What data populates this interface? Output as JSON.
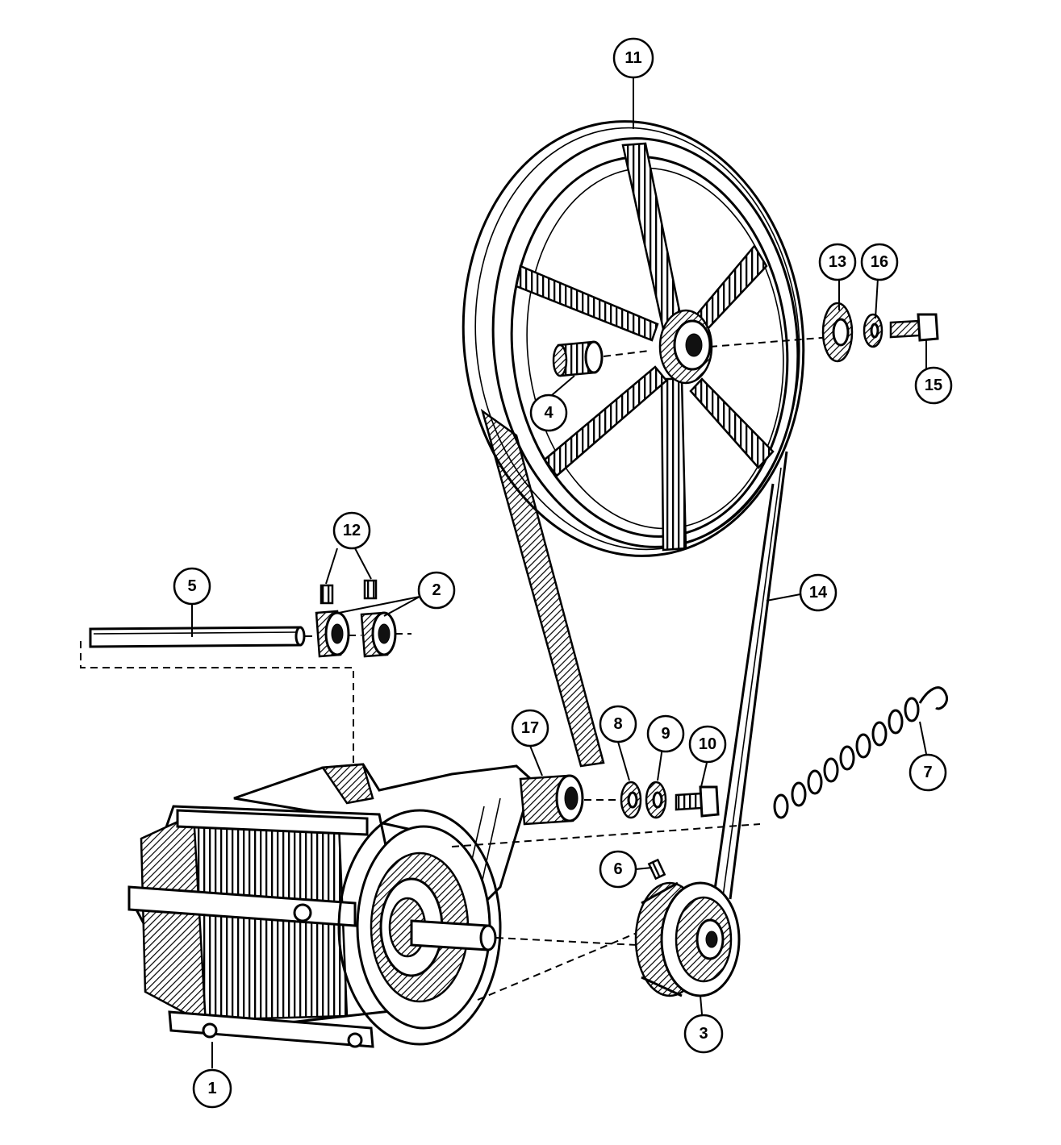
{
  "callouts": [
    {
      "id": "1",
      "label": "1",
      "part": "motor"
    },
    {
      "id": "2",
      "label": "2",
      "part": "shaft-collars"
    },
    {
      "id": "3",
      "label": "3",
      "part": "motor-pulley"
    },
    {
      "id": "4",
      "label": "4",
      "part": "pulley-bushing"
    },
    {
      "id": "5",
      "label": "5",
      "part": "pivot-shaft"
    },
    {
      "id": "6",
      "label": "6",
      "part": "pulley-set-screw"
    },
    {
      "id": "7",
      "label": "7",
      "part": "tension-spring"
    },
    {
      "id": "8",
      "label": "8",
      "part": "flat-washer"
    },
    {
      "id": "9",
      "label": "9",
      "part": "lock-washer"
    },
    {
      "id": "10",
      "label": "10",
      "part": "bracket-bolt"
    },
    {
      "id": "11",
      "label": "11",
      "part": "large-pulley"
    },
    {
      "id": "12",
      "label": "12",
      "part": "collar-set-screws"
    },
    {
      "id": "13",
      "label": "13",
      "part": "pulley-washer"
    },
    {
      "id": "14",
      "label": "14",
      "part": "v-belt"
    },
    {
      "id": "15",
      "label": "15",
      "part": "pulley-bolt"
    },
    {
      "id": "16",
      "label": "16",
      "part": "lock-washer-small"
    },
    {
      "id": "17",
      "label": "17",
      "part": "bracket-bushing"
    }
  ]
}
